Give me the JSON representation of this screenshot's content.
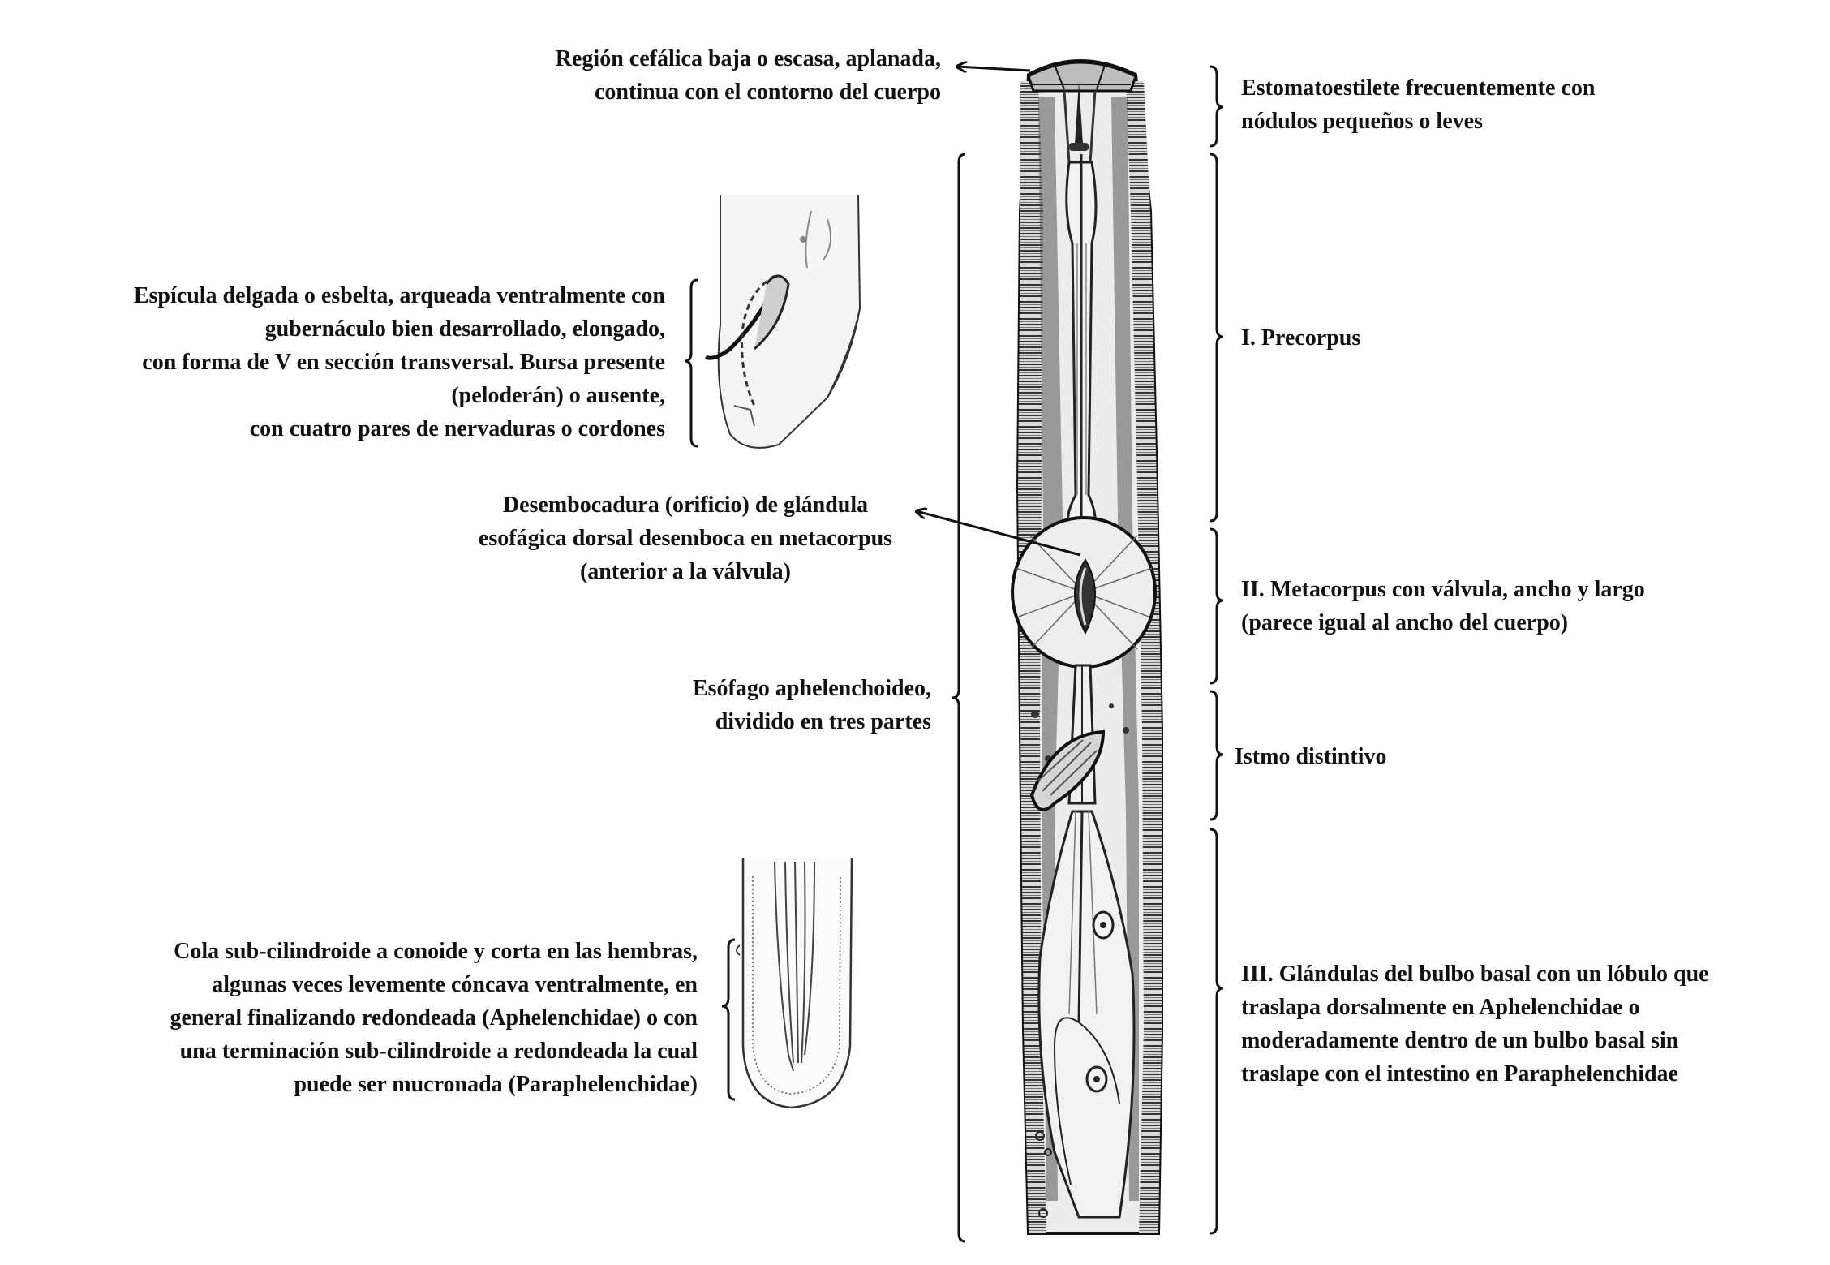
{
  "labels": {
    "cephalic": [
      "Región cefálica baja o escasa, aplanada,",
      "continua con el contorno del cuerpo"
    ],
    "spicule": [
      "Espícula delgada o esbelta, arqueada ventralmente con",
      "gubernáculo bien desarrollado, elongado,",
      "con forma de V en sección transversal. Bursa presente",
      "(peloderán) o ausente,",
      "con cuatro pares de nervaduras o cordones"
    ],
    "gland_orifice": [
      "Desembocadura (orificio) de glándula",
      "esofágica dorsal desemboca en metacorpus",
      "(anterior a la válvula)"
    ],
    "esophagus": [
      "Esófago aphelenchoideo,",
      "dividido en tres partes"
    ],
    "tail": [
      "Cola sub-cilindroide a conoide y corta en las hembras,",
      "algunas veces levemente cóncava ventralmente, en",
      "general finalizando redondeada (Aphelenchidae) o con",
      "una terminación sub-cilindroide a redondeada la cual",
      "puede ser mucronada (Paraphelenchidae)"
    ],
    "stylet": [
      "Estomatoestilete frecuentemente con",
      "nódulos pequeños o leves"
    ],
    "precorpus": [
      "I. Precorpus"
    ],
    "metacorpus": [
      "II. Metacorpus con válvula, ancho y largo",
      "(parece igual al ancho del cuerpo)"
    ],
    "isthmus": [
      "Istmo distintivo"
    ],
    "basal_bulb": [
      "III. Glándulas del bulbo basal con un lóbulo que",
      "traslapa dorsalmente en Aphelenchidae o",
      "moderadamente dentro de un bulbo basal sin",
      "traslape con el intestino en Paraphelenchidae"
    ]
  },
  "colors": {
    "ink": "#111111",
    "body_shade": "#6e6e6e",
    "body_fill": "#e9e9e9",
    "background": "#ffffff"
  }
}
